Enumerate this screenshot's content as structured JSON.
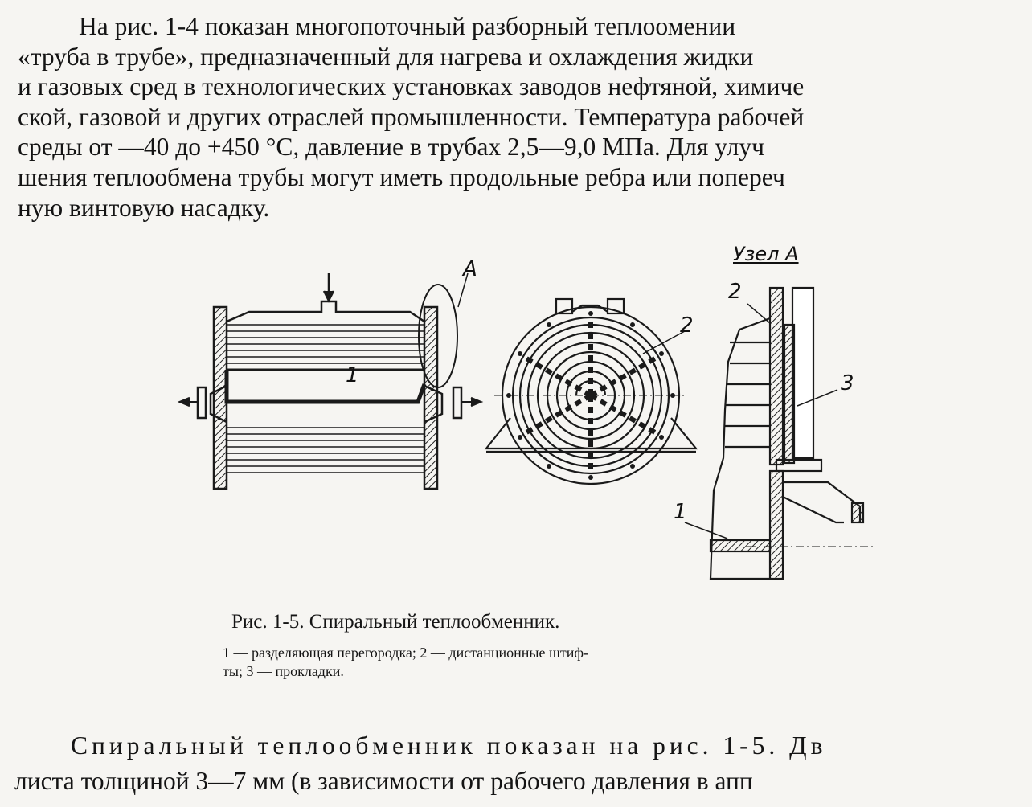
{
  "paragraph_top": [
    "На рис. 1-4 показан многопоточный разборный теплоомении",
    "«труба в трубе», предназначенный для нагрева и охлаждения жидки",
    "и газовых сред в технологических установках заводов нефтяной, химиче",
    "ской, газовой и других отраслей промышленности. Температура рабочей",
    "среды от —40 до +450 °С, давление в трубах 2,5—9,0 МПа. Для улуч",
    "шения теплообмена трубы могут иметь продольные ребра или попереч",
    "ную винтовую насадку."
  ],
  "figure": {
    "label_a": "А",
    "label_1": "1",
    "label_2": "2",
    "uzel": "Узел А",
    "uzel_label_2": "2",
    "uzel_label_3": "3",
    "uzel_label_1": "1"
  },
  "caption": "Рис. 1-5. Спиральный теплообменник.",
  "legend": [
    "1 — разделяющая перегородка; 2 — дистанционные штиф-",
    "ты; 3 — прокладки."
  ],
  "paragraph_bottom": [
    "Спиральный теплообменник показан на рис. 1-5. Дв",
    "листа толщиной 3—7 мм (в зависимости от рабочего давления в апп"
  ]
}
